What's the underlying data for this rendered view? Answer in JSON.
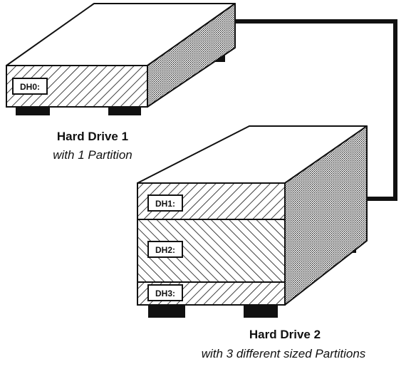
{
  "drive1": {
    "title": "Hard Drive 1",
    "subtitle": "with 1 Partition",
    "partitions": [
      {
        "label": "DH0:"
      }
    ]
  },
  "drive2": {
    "title": "Hard Drive 2",
    "subtitle": "with 3 different sized Partitions",
    "partitions": [
      {
        "label": "DH1:"
      },
      {
        "label": "DH2:"
      },
      {
        "label": "DH3:"
      }
    ]
  }
}
